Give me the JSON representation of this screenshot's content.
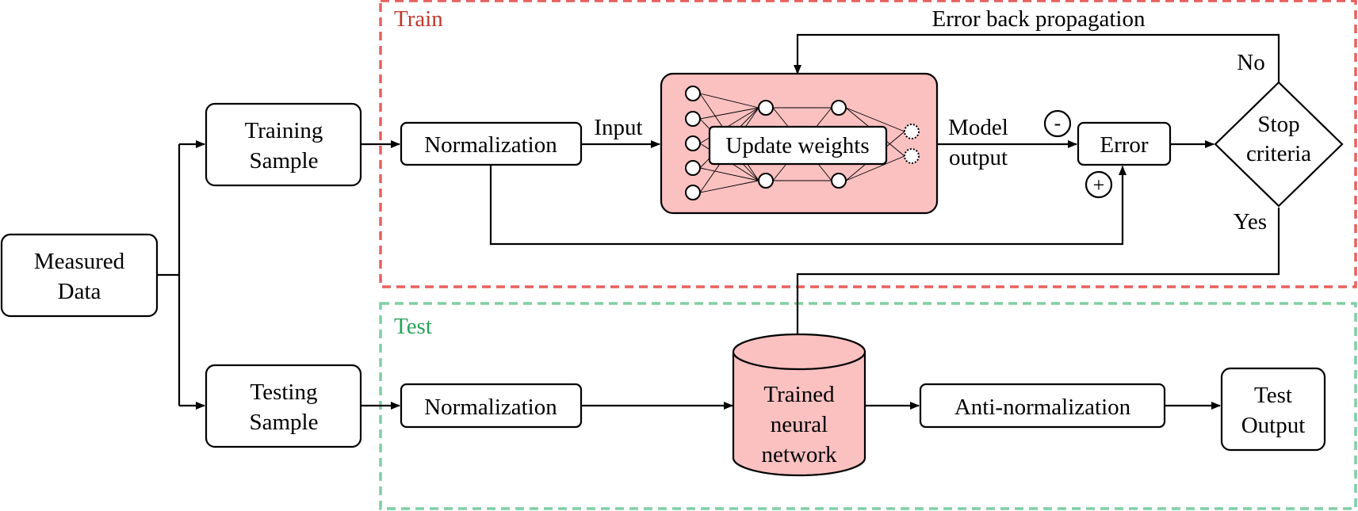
{
  "colors": {
    "train_border": "#e8605f",
    "train_label": "#c0392b",
    "test_border": "#7fcfa4",
    "test_label": "#27a35a",
    "network_fill": "#fbc0c0",
    "stroke": "#000000"
  },
  "regions": {
    "train": "Train",
    "test": "Test"
  },
  "nodes": {
    "measured_data": [
      "Measured",
      "Data"
    ],
    "training_sample": [
      "Training",
      "Sample"
    ],
    "testing_sample": [
      "Testing",
      "Sample"
    ],
    "train_normalization": "Normalization",
    "update_weights": "Update weights",
    "error": "Error",
    "stop_criteria": [
      "Stop",
      "criteria"
    ],
    "test_normalization": "Normalization",
    "trained_network": [
      "Trained",
      "neural",
      "network"
    ],
    "anti_normalization": "Anti-normalization",
    "test_output": [
      "Test",
      "Output"
    ]
  },
  "edge_labels": {
    "input": "Input",
    "model_output": [
      "Model",
      "output"
    ],
    "minus": "-",
    "plus": "+",
    "no": "No",
    "yes": "Yes",
    "error_back_propagation": "Error back propagation"
  },
  "icons": {
    "neural_net": "neural-network-icon",
    "arrowhead": "arrowhead-icon"
  }
}
